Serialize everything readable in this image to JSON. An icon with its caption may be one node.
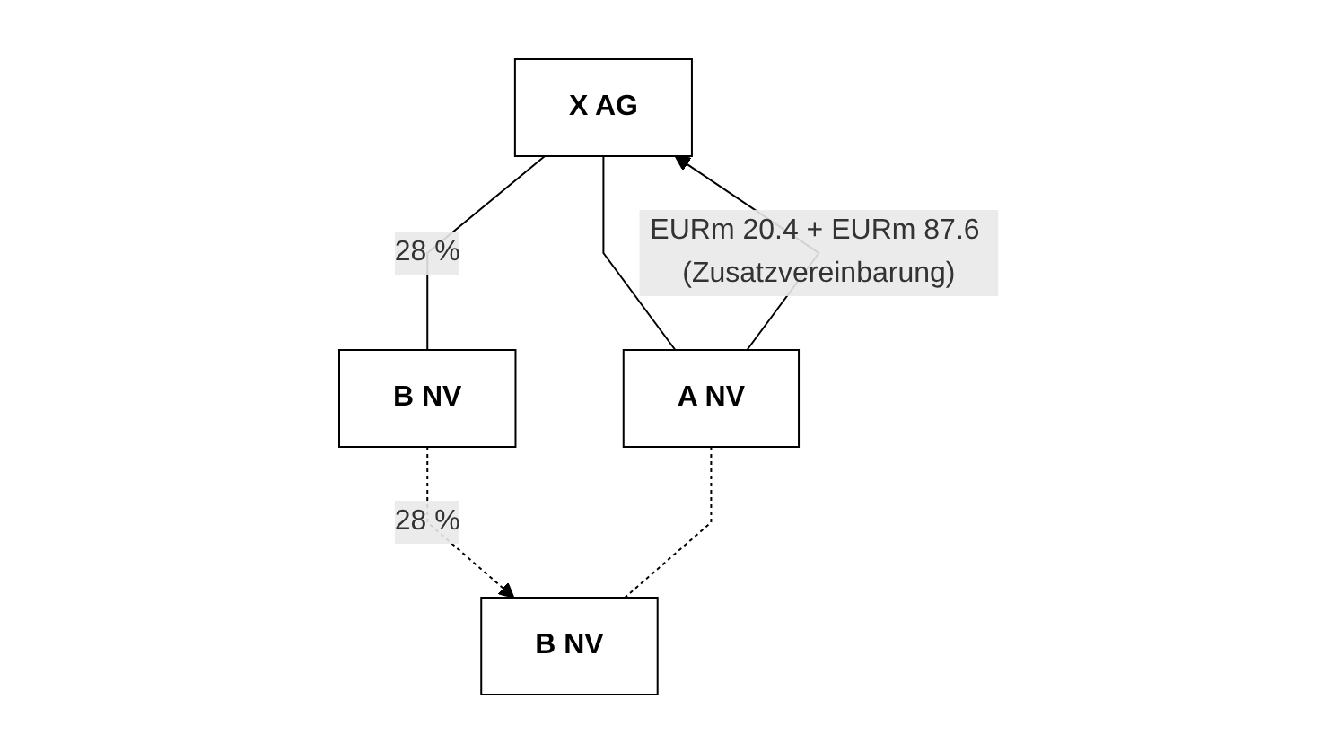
{
  "diagram": {
    "nodes": [
      {
        "text": [
          "X AG"
        ]
      },
      {
        "text": [
          "B NV"
        ]
      },
      {
        "text": [
          "A NV"
        ]
      },
      {
        "text": [
          "B NV"
        ]
      }
    ],
    "edges": [
      {
        "from": 0,
        "to": 1,
        "arrow": "none",
        "label": "28 %"
      },
      {
        "from": 0,
        "to": 2,
        "arrow": "none"
      },
      {
        "from": 2,
        "to": 0,
        "arrow": "to",
        "label": "EURm 20.4 + EURm 87.6 (Zusatzvereinbarung)"
      },
      {
        "from": 1,
        "to": 3,
        "arrow": "to",
        "label": "28 %",
        "style": "dashed"
      },
      {
        "from": 2,
        "to": 3,
        "arrow": "none",
        "style": "dashed"
      }
    ]
  }
}
